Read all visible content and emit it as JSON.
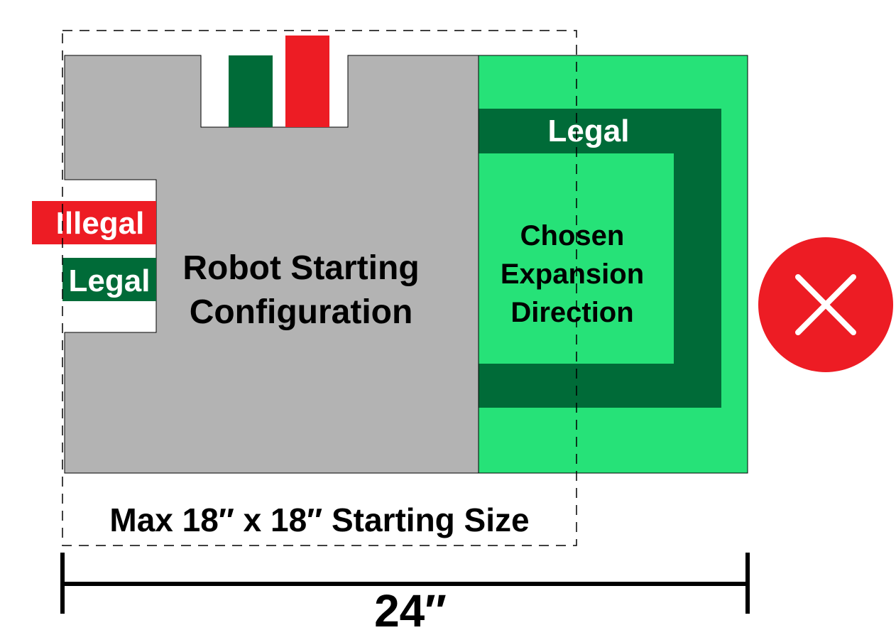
{
  "labels": {
    "robot_config_line1": "Robot Starting",
    "robot_config_line2": "Configuration",
    "illegal": "Illegal",
    "legal_left": "Legal",
    "legal_right": "Legal",
    "chosen_line1": "Chosen",
    "chosen_line2": "Expansion",
    "chosen_line3": "Direction",
    "max_size": "Max 18″ x 18″ Starting Size",
    "total_width": "24″"
  },
  "colors": {
    "robot_gray": "#b3b3b3",
    "bright_green": "#26e278",
    "dark_green": "#006b38",
    "red": "#ed1c24",
    "white": "#ffffff",
    "black": "#000000"
  },
  "icons": {
    "status": "x-circle-icon"
  }
}
